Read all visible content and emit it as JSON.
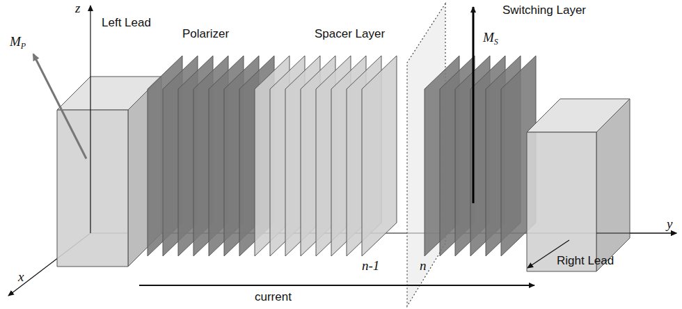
{
  "diagram": {
    "labels": [
      "z",
      "Left Lead",
      "Polarizer",
      "Spacer Layer",
      "Switching Layer",
      "MP",
      "MS",
      "x",
      "y",
      "n-1",
      "n",
      "Right Lead",
      "current"
    ]
  }
}
